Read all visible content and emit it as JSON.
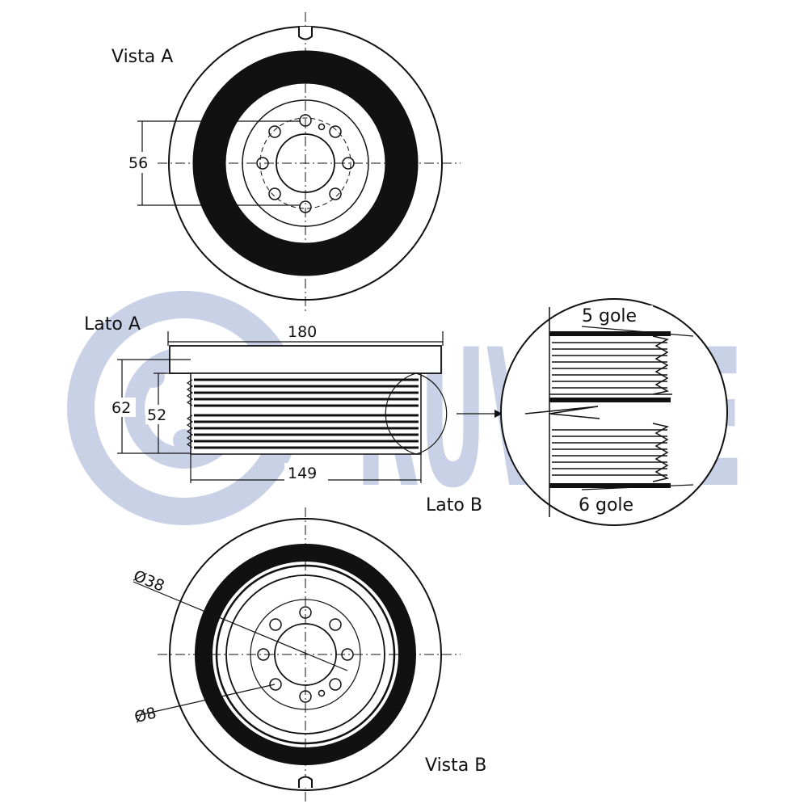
{
  "watermark": {
    "text": "RUVILLE",
    "color": "#c9d1e6"
  },
  "labels": {
    "vista_a": "Vista A",
    "vista_b": "Vista B",
    "lato_a": "Lato A",
    "lato_b": "Lato B",
    "gole_5": "5 gole",
    "gole_6": "6 gole"
  },
  "dimensions": {
    "bolt_circle": "56",
    "outer_width": "180",
    "inner_width": "149",
    "height_outer": "62",
    "height_inner": "52",
    "bore_diameter": "Ø38",
    "hole_diameter": "Ø8"
  },
  "colors": {
    "line": "#111111",
    "fill": "#111111",
    "background": "#ffffff"
  }
}
